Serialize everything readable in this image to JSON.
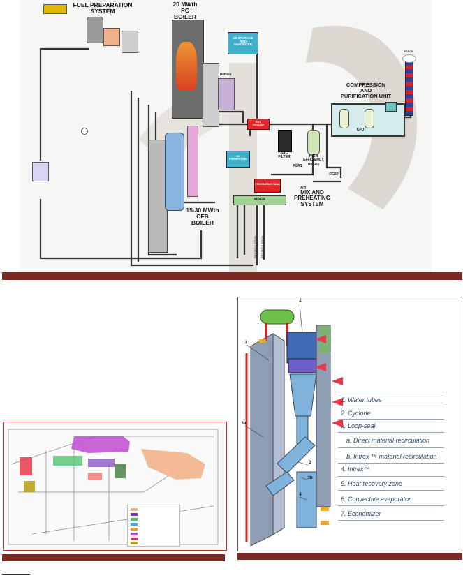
{
  "top_diagram": {
    "title_fuel_prep": "FUEL PREPARATION\nSYSTEM",
    "title_pc_boiler": "20 MWth\nPC\nBOILER",
    "title_cfb_boiler": "15-30 MWth\nCFB\nBOILER",
    "title_cpu": "COMPRESSION\nAND\nPURIFICATION UNIT",
    "title_mix": "MIX AND\nPREHEATING\nSYSTEM",
    "box_o2_storage": "O2 STORAGE\nAND\nVAPORIZER",
    "box_gas_cooler": "GAS\nCOOLER",
    "box_preheating": "N2\nPREHEATING",
    "box_preheating_tank": "PREHEATING\nTANK",
    "box_mixer": "MIXER",
    "label_denox": "DeNOx",
    "label_bag_filter": "BAG\nFILTER",
    "label_high_eff": "HIGH\nEFFICIENCY",
    "label_desox": "DeSOx",
    "label_cpu": "CPU",
    "label_stack": "STACK",
    "label_fgr1": "FGR1",
    "label_fgr2": "FGR2",
    "label_air": "AIR",
    "vert_line_1": "RECIRCULATION",
    "vert_line_2": "RECIRCULATION"
  },
  "bottom_right_legend": {
    "items": [
      "1. Water tubes",
      "2. Cyclone",
      "3. Loop-seal",
      "a. Direct material recirculation",
      "b. Intrex ™ material recirculation",
      "4. Intrex™",
      "5. Heat recovery zone",
      "6. Convective evaporator",
      "7. Economizer"
    ],
    "callouts": [
      "1",
      "2",
      "3a",
      "3",
      "3b",
      "4"
    ]
  },
  "colors": {
    "band": "#7a2a22",
    "cyan_box": "#3fb0c9",
    "red_box": "#e0262b",
    "green_box": "#9dd28f",
    "legend_text": "#2f4a68"
  }
}
